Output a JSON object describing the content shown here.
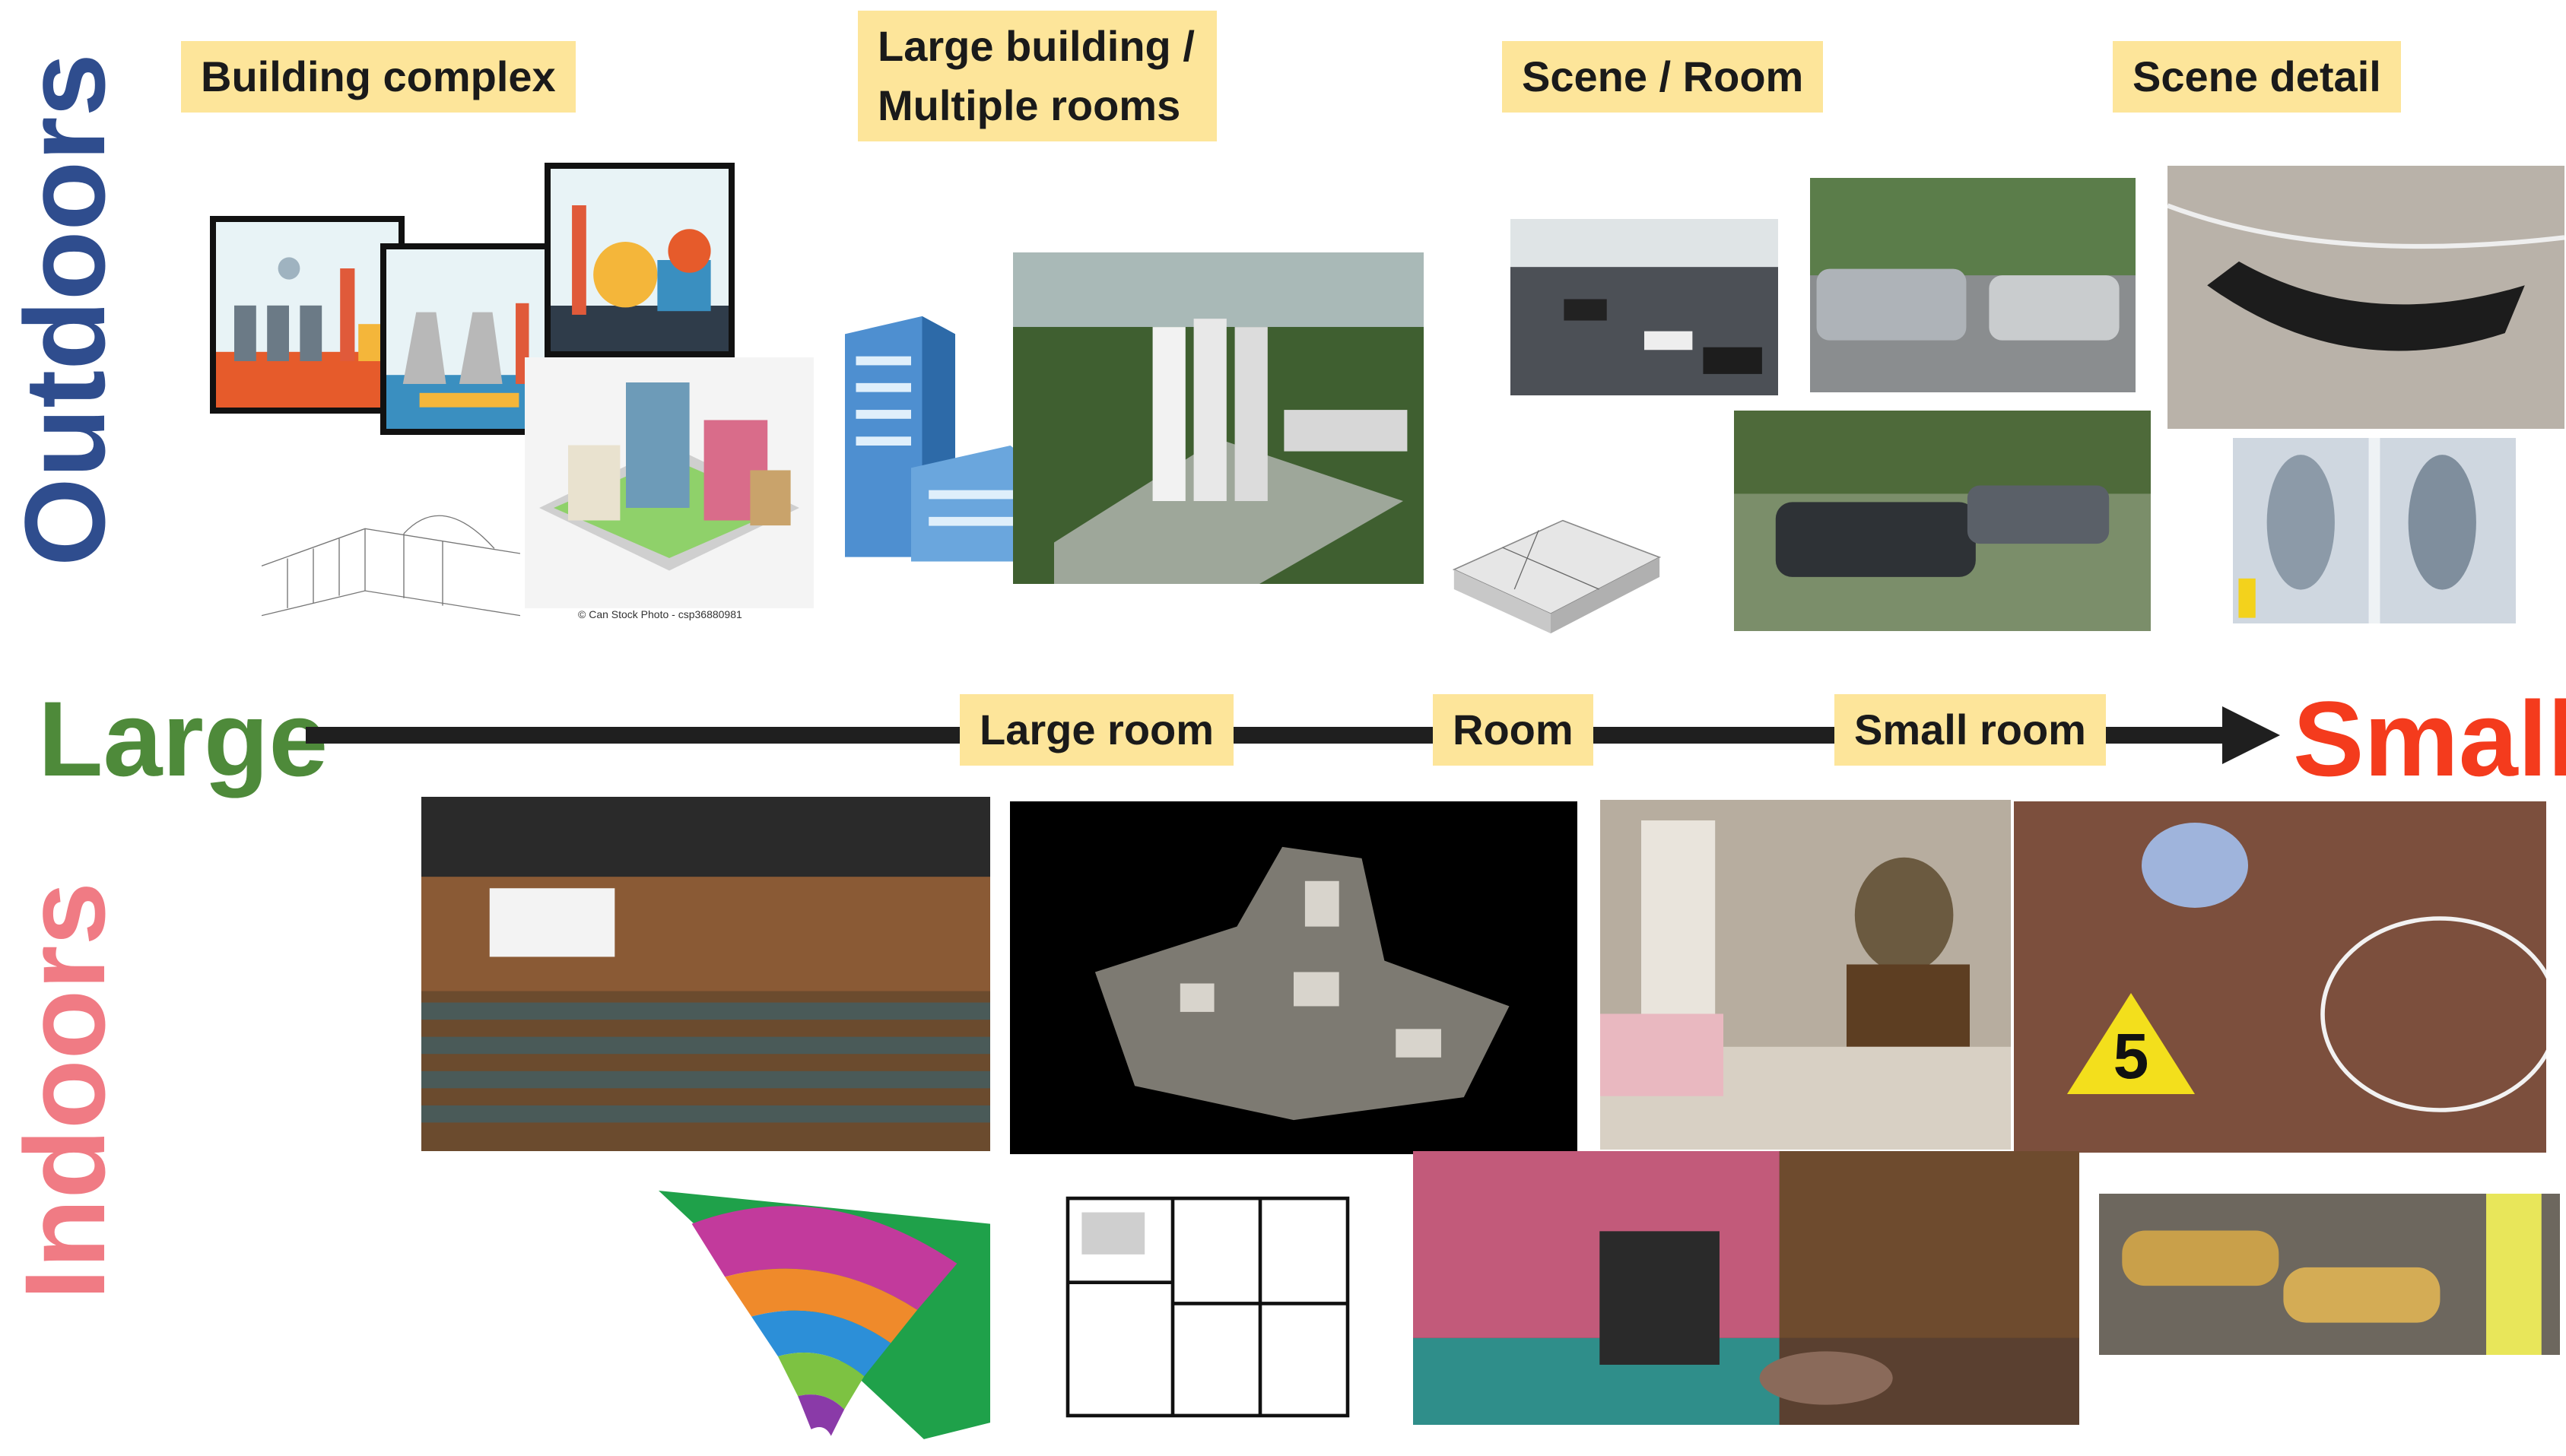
{
  "sides": {
    "outdoors": "Outdoors",
    "indoors": "Indoors"
  },
  "axis": {
    "large": "Large",
    "small": "Small"
  },
  "labels": {
    "building_complex": "Building complex",
    "large_building": "Large building / Multiple rooms",
    "scene_room": "Scene / Room",
    "scene_detail": "Scene detail",
    "large_room": "Large room",
    "room": "Room",
    "small_room": "Small room"
  },
  "credit": "© Can Stock Photo - csp36880981",
  "colors": {
    "outdoors": "#2f4d8e",
    "indoors": "#f07b84",
    "large": "#4e8a3a",
    "small": "#f43b1d",
    "label_bg": "#fde59a",
    "axis": "#1f1f1f"
  }
}
